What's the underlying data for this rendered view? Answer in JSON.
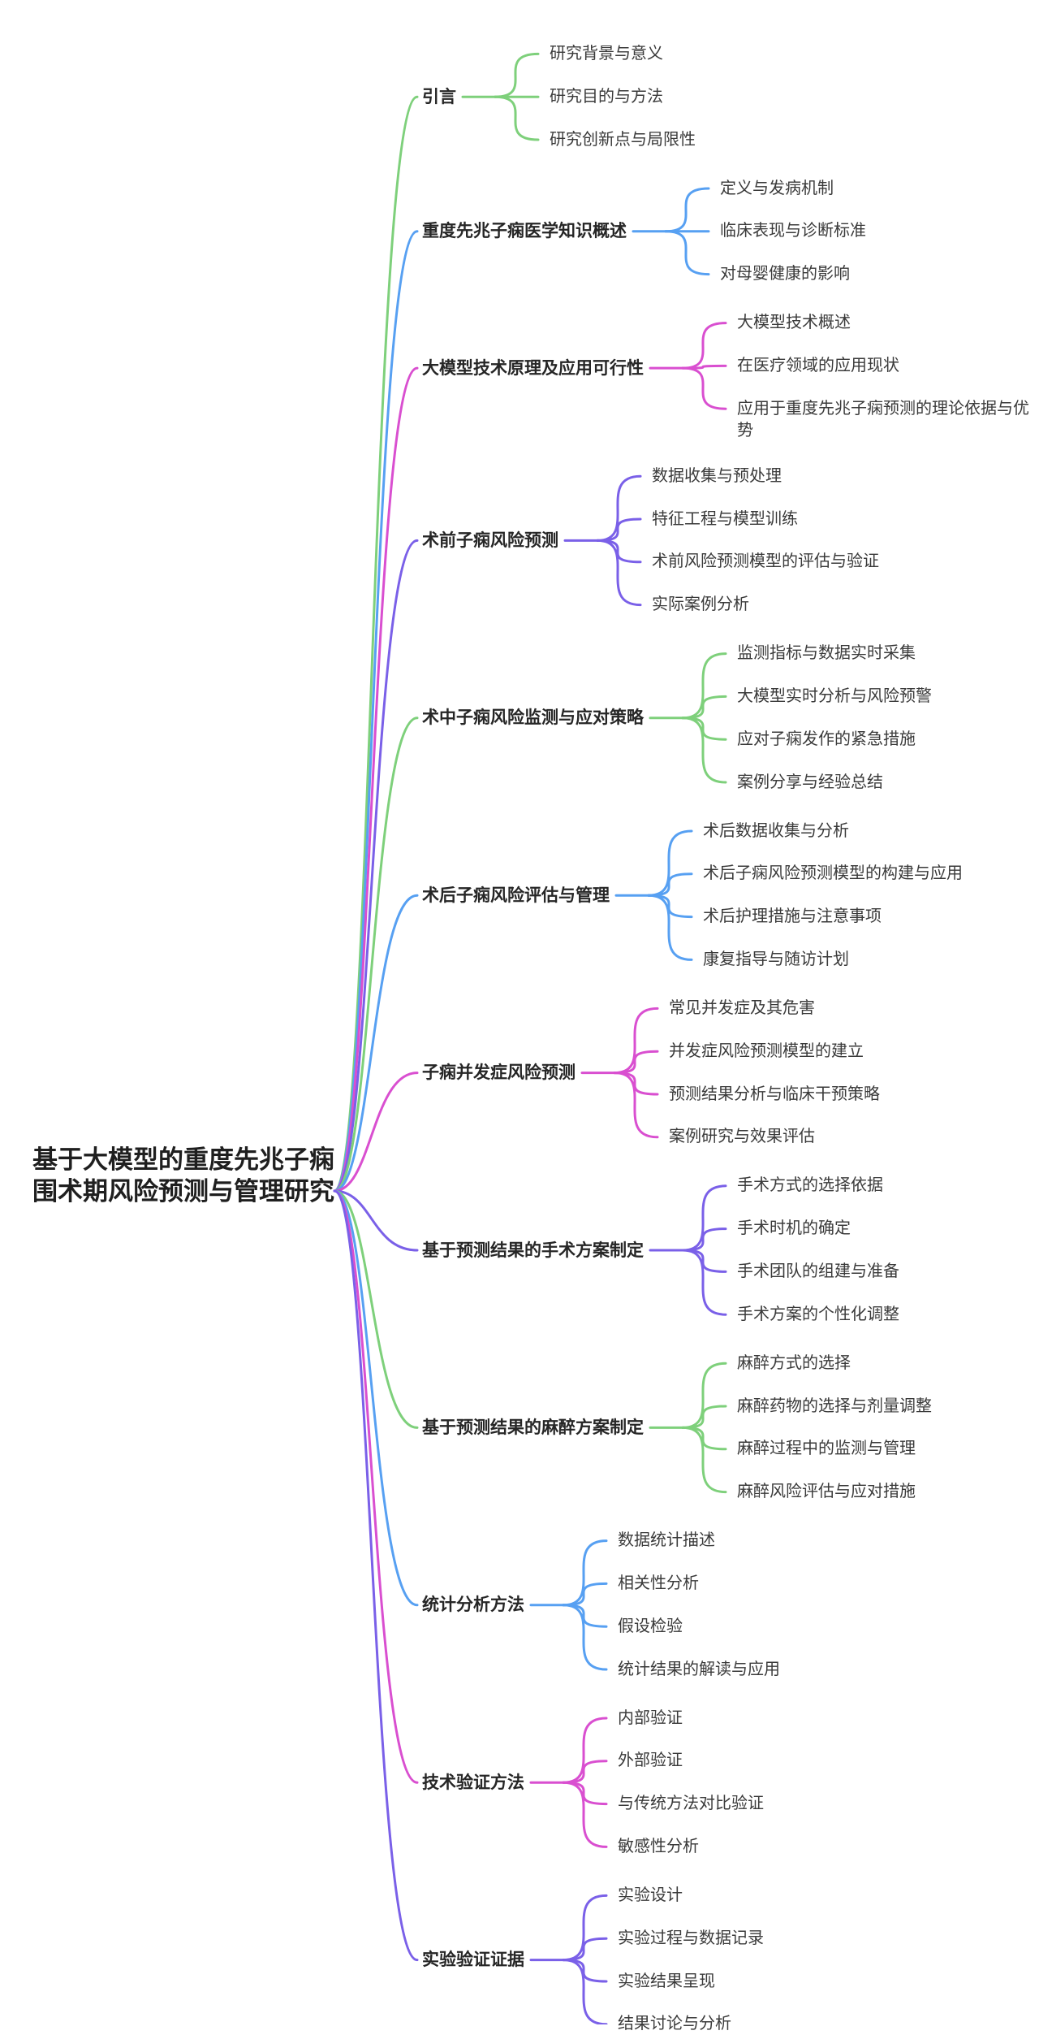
{
  "root": {
    "title": "基于大模型的重度先兆子痫围术期风险预测与管理研究"
  },
  "palette": {
    "green": "#7ED07B",
    "blue": "#57A0F2",
    "magenta": "#D94FD0",
    "purple": "#7A60E8"
  },
  "branches": [
    {
      "label": "引言",
      "color": "green",
      "children": [
        "研究背景与意义",
        "研究目的与方法",
        "研究创新点与局限性"
      ]
    },
    {
      "label": "重度先兆子痫医学知识概述",
      "color": "blue",
      "children": [
        "定义与发病机制",
        "临床表现与诊断标准",
        "对母婴健康的影响"
      ]
    },
    {
      "label": "大模型技术原理及应用可行性",
      "color": "magenta",
      "children": [
        "大模型技术概述",
        "在医疗领域的应用现状",
        "应用于重度先兆子痫预测的理论依据与优势"
      ]
    },
    {
      "label": "术前子痫风险预测",
      "color": "purple",
      "children": [
        "数据收集与预处理",
        "特征工程与模型训练",
        "术前风险预测模型的评估与验证",
        "实际案例分析"
      ]
    },
    {
      "label": "术中子痫风险监测与应对策略",
      "color": "green",
      "children": [
        "监测指标与数据实时采集",
        "大模型实时分析与风险预警",
        "应对子痫发作的紧急措施",
        "案例分享与经验总结"
      ]
    },
    {
      "label": "术后子痫风险评估与管理",
      "color": "blue",
      "children": [
        "术后数据收集与分析",
        "术后子痫风险预测模型的构建与应用",
        "术后护理措施与注意事项",
        "康复指导与随访计划"
      ]
    },
    {
      "label": "子痫并发症风险预测",
      "color": "magenta",
      "children": [
        "常见并发症及其危害",
        "并发症风险预测模型的建立",
        "预测结果分析与临床干预策略",
        "案例研究与效果评估"
      ]
    },
    {
      "label": "基于预测结果的手术方案制定",
      "color": "purple",
      "children": [
        "手术方式的选择依据",
        "手术时机的确定",
        "手术团队的组建与准备",
        "手术方案的个性化调整"
      ]
    },
    {
      "label": "基于预测结果的麻醉方案制定",
      "color": "green",
      "children": [
        "麻醉方式的选择",
        "麻醉药物的选择与剂量调整",
        "麻醉过程中的监测与管理",
        "麻醉风险评估与应对措施"
      ]
    },
    {
      "label": "统计分析方法",
      "color": "blue",
      "children": [
        "数据统计描述",
        "相关性分析",
        "假设检验",
        "统计结果的解读与应用"
      ]
    },
    {
      "label": "技术验证方法",
      "color": "magenta",
      "children": [
        "内部验证",
        "外部验证",
        "与传统方法对比验证",
        "敏感性分析"
      ]
    },
    {
      "label": "实验验证证据",
      "color": "purple",
      "children": [
        "实验设计",
        "实验过程与数据记录",
        "实验结果呈现",
        "结果讨论与分析"
      ]
    }
  ]
}
